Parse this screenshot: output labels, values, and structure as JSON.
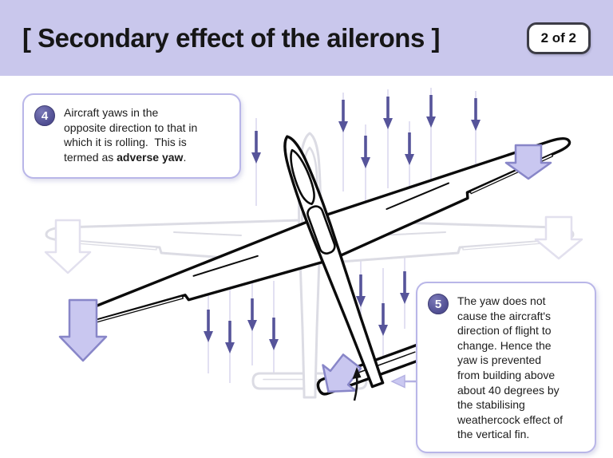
{
  "header": {
    "title": "[ Secondary effect of the ailerons ]",
    "page_indicator": "2 of 2"
  },
  "callout_4": {
    "number": "4",
    "text_part1": "Aircraft yaws in the\nopposite direction to that in\nwhich it is rolling.  This is\ntermed as ",
    "text_bold": "adverse yaw",
    "text_part2": "."
  },
  "callout_5": {
    "number": "5",
    "text": "The yaw does not\ncause the aircraft's\ndirection of flight to\nchange. Hence the\nyaw is prevented\nfrom building above\nabout 40 degrees by\nthe stabilising\nweathercock effect of\nthe vertical fin."
  },
  "diagram": {
    "icons": [
      "glider-top-view",
      "ghost-glider-previous-position",
      "airflow-down-arrow",
      "wingtip-down-arrow-left",
      "wingtip-down-arrow-right",
      "ghost-wingtip-arrow-left",
      "ghost-wingtip-arrow-right",
      "tail-swing-arrow",
      "tail-direction-arrow",
      "callout-leader-arrow"
    ]
  },
  "colors": {
    "header_background": "#c9c7ec",
    "callout_border": "#b9b6e8",
    "number_badge": "#55539a",
    "block_arrow_fill": "#c9c7f0",
    "block_arrow_border": "#8886c8",
    "airflow_arrow": "#56549a",
    "airflow_trail": "#d8d6ee",
    "ghost_outline": "#dcdce4",
    "aircraft_outline": "#0b0b0b"
  }
}
